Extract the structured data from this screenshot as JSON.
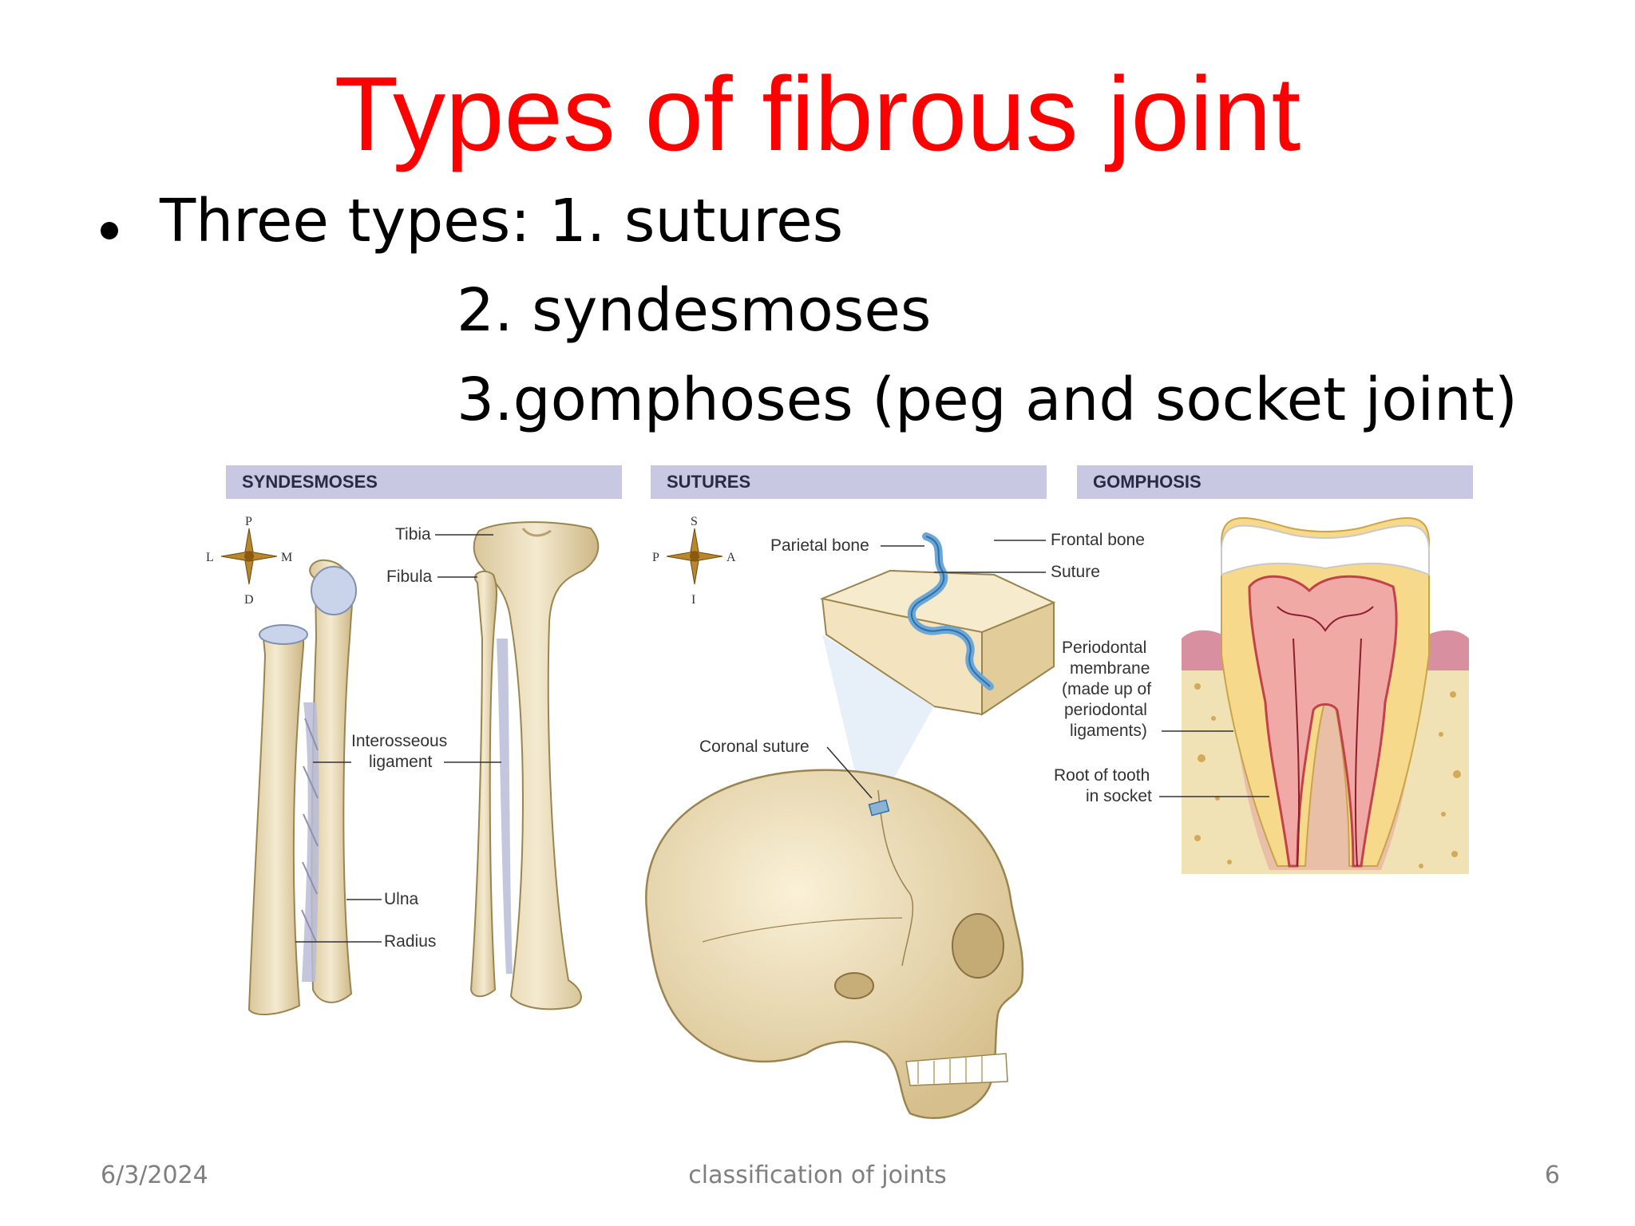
{
  "slide": {
    "title": "Types of fibrous joint",
    "bullet_lead": "Three types: 1. sutures",
    "bullet_item2": "2. syndesmoses",
    "bullet_item3": "3.gomphoses (peg and socket joint)"
  },
  "panels": {
    "syndesmoses": {
      "header": "SYNDESMOSES",
      "compass": {
        "top": "P",
        "bottom": "D",
        "left": "L",
        "right": "M"
      },
      "labels": {
        "tibia": "Tibia",
        "fibula": "Fibula",
        "interosseous_1": "Interosseous",
        "interosseous_2": "ligament",
        "ulna": "Ulna",
        "radius": "Radius"
      }
    },
    "sutures": {
      "header": "SUTURES",
      "compass": {
        "top": "S",
        "bottom": "I",
        "left": "P",
        "right": "A"
      },
      "labels": {
        "parietal": "Parietal bone",
        "frontal": "Frontal bone",
        "suture": "Suture",
        "coronal": "Coronal suture"
      }
    },
    "gomphosis": {
      "header": "GOMPHOSIS",
      "labels": {
        "pdl_1": "Periodontal",
        "pdl_2": "membrane",
        "pdl_3": "(made up of",
        "pdl_4": "periodontal",
        "pdl_5": "ligaments)",
        "root_1": "Root of tooth",
        "root_2": "in socket"
      }
    }
  },
  "footer": {
    "date": "6/3/2024",
    "center": "classification of joints",
    "page": "6"
  }
}
